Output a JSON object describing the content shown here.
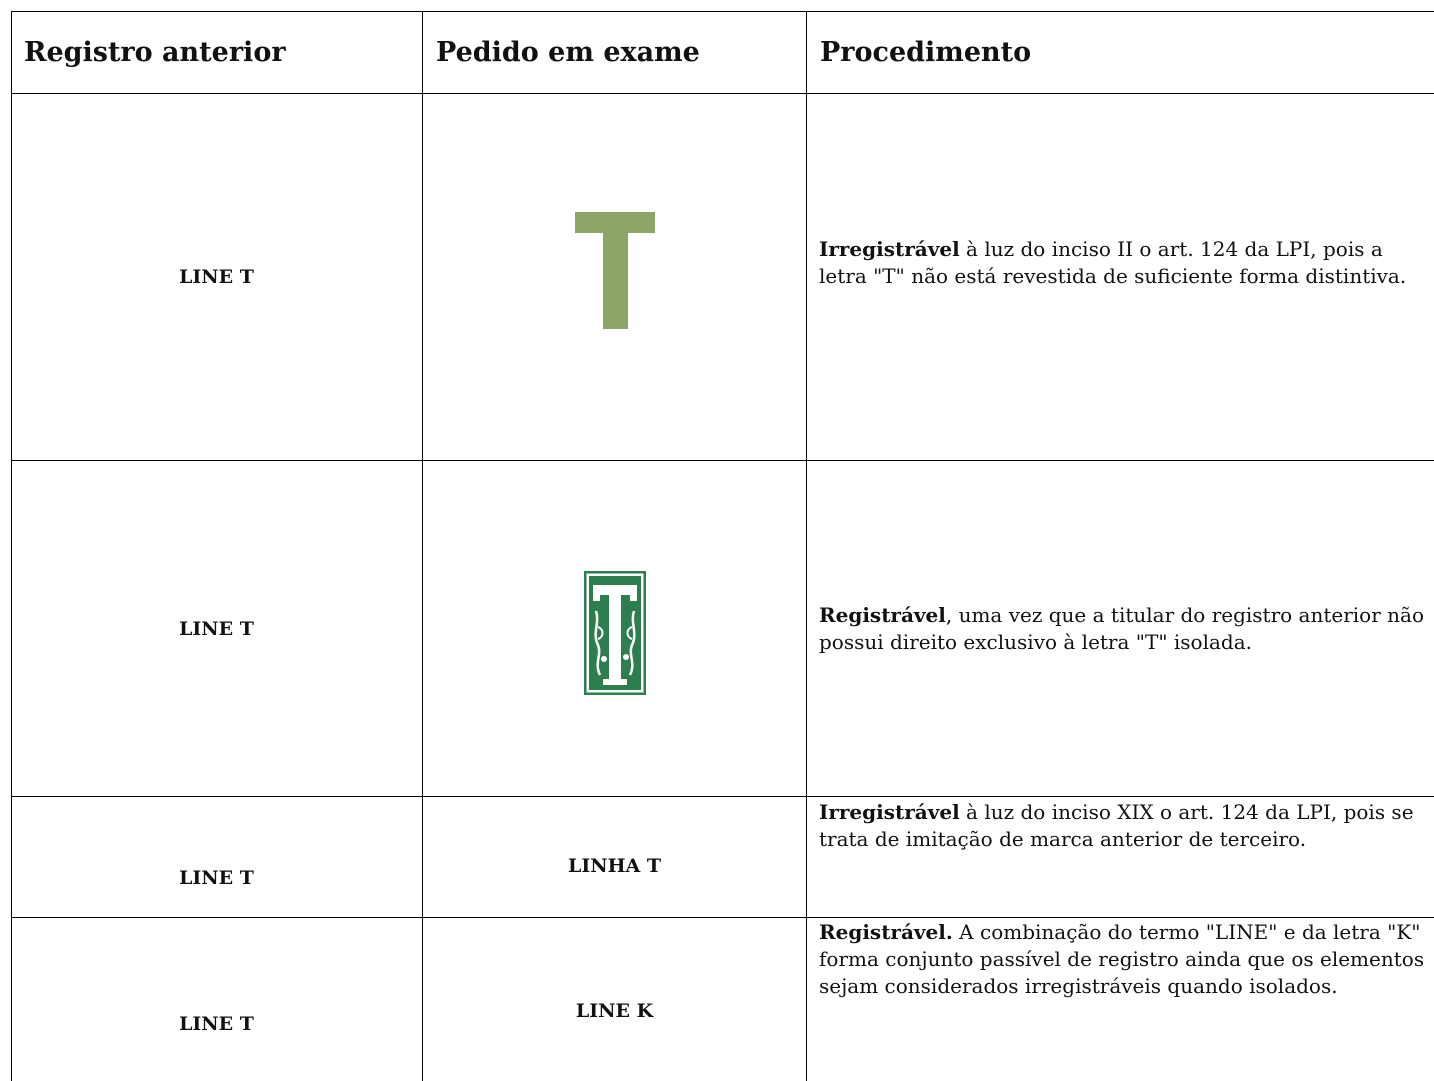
{
  "table": {
    "headers": {
      "col1": "Registro anterior",
      "col2": "Pedido em exame",
      "col3": "Procedimento"
    },
    "rows": [
      {
        "anterior": "LINE T",
        "pedido_image": "green-letter-t-logo",
        "proc_bold": "Irregistrável",
        "proc_text": " à luz do inciso II o art. 124 da LPI, pois a letra \"T\" não está revestida de suficiente forma distintiva."
      },
      {
        "anterior": "LINE T",
        "pedido_image": "ornamental-letter-t-logo",
        "proc_bold": "Registrável",
        "proc_text": ", uma vez que a titular do registro anterior não possui direito exclusivo à letra \"T\" isolada."
      },
      {
        "anterior": "LINE T",
        "pedido": "LINHA T",
        "proc_bold": "Irregistrável",
        "proc_text": " à luz do inciso XIX o art. 124 da LPI, pois se trata de imitação de marca anterior de terceiro."
      },
      {
        "anterior": "LINE T",
        "pedido": "LINE K",
        "proc_bold": "Registrável.",
        "proc_text": " A combinação do termo \"LINE\" e da letra \"K\" forma conjunto passível de registro ainda que os elementos sejam considerados irregistráveis quando isolados."
      }
    ]
  },
  "colors": {
    "plain_t": "#8ea56a",
    "ornamental_t": "#2e7d4f"
  }
}
